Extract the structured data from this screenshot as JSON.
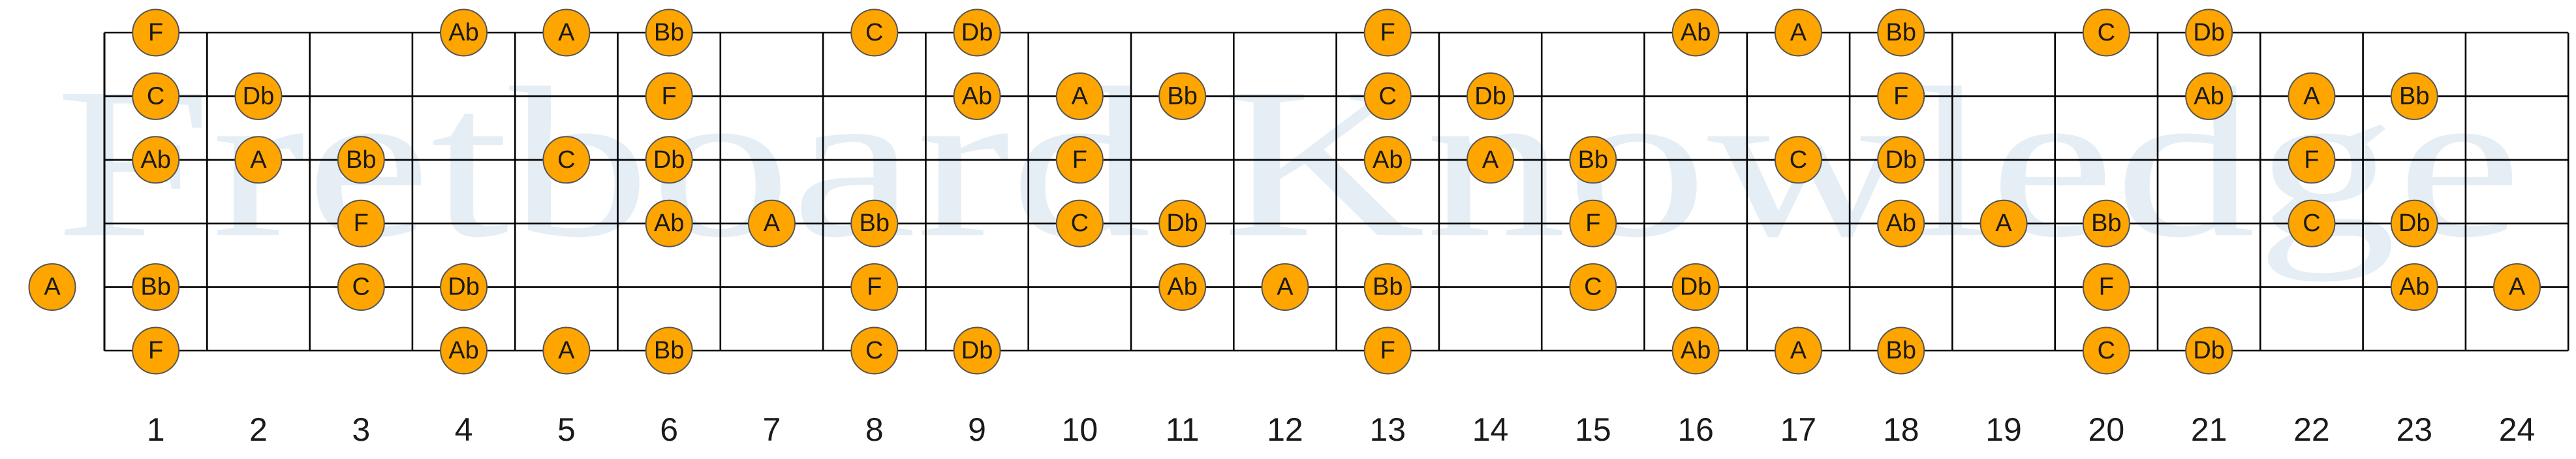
{
  "watermark": "Fretboard Knowledge",
  "fret_numbers": [
    "1",
    "2",
    "3",
    "4",
    "5",
    "6",
    "7",
    "8",
    "9",
    "10",
    "11",
    "12",
    "13",
    "14",
    "15",
    "16",
    "17",
    "18",
    "19",
    "20",
    "21",
    "22",
    "23",
    "24"
  ],
  "colors": {
    "note_fill": "#FFA500",
    "note_stroke": "#555555",
    "line": "#000000",
    "watermark": "#e6eef5"
  },
  "strings": [
    {
      "notes": [
        {
          "fret": 1,
          "note": "F"
        },
        {
          "fret": 4,
          "note": "Ab"
        },
        {
          "fret": 5,
          "note": "A"
        },
        {
          "fret": 6,
          "note": "Bb"
        },
        {
          "fret": 8,
          "note": "C"
        },
        {
          "fret": 9,
          "note": "Db"
        },
        {
          "fret": 13,
          "note": "F"
        },
        {
          "fret": 16,
          "note": "Ab"
        },
        {
          "fret": 17,
          "note": "A"
        },
        {
          "fret": 18,
          "note": "Bb"
        },
        {
          "fret": 20,
          "note": "C"
        },
        {
          "fret": 21,
          "note": "Db"
        }
      ]
    },
    {
      "notes": [
        {
          "fret": 1,
          "note": "C"
        },
        {
          "fret": 2,
          "note": "Db"
        },
        {
          "fret": 6,
          "note": "F"
        },
        {
          "fret": 9,
          "note": "Ab"
        },
        {
          "fret": 10,
          "note": "A"
        },
        {
          "fret": 11,
          "note": "Bb"
        },
        {
          "fret": 13,
          "note": "C"
        },
        {
          "fret": 14,
          "note": "Db"
        },
        {
          "fret": 18,
          "note": "F"
        },
        {
          "fret": 21,
          "note": "Ab"
        },
        {
          "fret": 22,
          "note": "A"
        },
        {
          "fret": 23,
          "note": "Bb"
        }
      ]
    },
    {
      "notes": [
        {
          "fret": 1,
          "note": "Ab"
        },
        {
          "fret": 2,
          "note": "A"
        },
        {
          "fret": 3,
          "note": "Bb"
        },
        {
          "fret": 5,
          "note": "C"
        },
        {
          "fret": 6,
          "note": "Db"
        },
        {
          "fret": 10,
          "note": "F"
        },
        {
          "fret": 13,
          "note": "Ab"
        },
        {
          "fret": 14,
          "note": "A"
        },
        {
          "fret": 15,
          "note": "Bb"
        },
        {
          "fret": 17,
          "note": "C"
        },
        {
          "fret": 18,
          "note": "Db"
        },
        {
          "fret": 22,
          "note": "F"
        }
      ]
    },
    {
      "notes": [
        {
          "fret": 3,
          "note": "F"
        },
        {
          "fret": 6,
          "note": "Ab"
        },
        {
          "fret": 7,
          "note": "A"
        },
        {
          "fret": 8,
          "note": "Bb"
        },
        {
          "fret": 10,
          "note": "C"
        },
        {
          "fret": 11,
          "note": "Db"
        },
        {
          "fret": 15,
          "note": "F"
        },
        {
          "fret": 18,
          "note": "Ab"
        },
        {
          "fret": 19,
          "note": "A"
        },
        {
          "fret": 20,
          "note": "Bb"
        },
        {
          "fret": 22,
          "note": "C"
        },
        {
          "fret": 23,
          "note": "Db"
        }
      ]
    },
    {
      "notes": [
        {
          "fret": 0,
          "note": "A"
        },
        {
          "fret": 1,
          "note": "Bb"
        },
        {
          "fret": 3,
          "note": "C"
        },
        {
          "fret": 4,
          "note": "Db"
        },
        {
          "fret": 8,
          "note": "F"
        },
        {
          "fret": 11,
          "note": "Ab"
        },
        {
          "fret": 12,
          "note": "A"
        },
        {
          "fret": 13,
          "note": "Bb"
        },
        {
          "fret": 15,
          "note": "C"
        },
        {
          "fret": 16,
          "note": "Db"
        },
        {
          "fret": 20,
          "note": "F"
        },
        {
          "fret": 23,
          "note": "Ab"
        },
        {
          "fret": 24,
          "note": "A"
        }
      ]
    },
    {
      "notes": [
        {
          "fret": 1,
          "note": "F"
        },
        {
          "fret": 4,
          "note": "Ab"
        },
        {
          "fret": 5,
          "note": "A"
        },
        {
          "fret": 6,
          "note": "Bb"
        },
        {
          "fret": 8,
          "note": "C"
        },
        {
          "fret": 9,
          "note": "Db"
        },
        {
          "fret": 13,
          "note": "F"
        },
        {
          "fret": 16,
          "note": "Ab"
        },
        {
          "fret": 17,
          "note": "A"
        },
        {
          "fret": 18,
          "note": "Bb"
        },
        {
          "fret": 20,
          "note": "C"
        },
        {
          "fret": 21,
          "note": "Db"
        }
      ]
    }
  ]
}
